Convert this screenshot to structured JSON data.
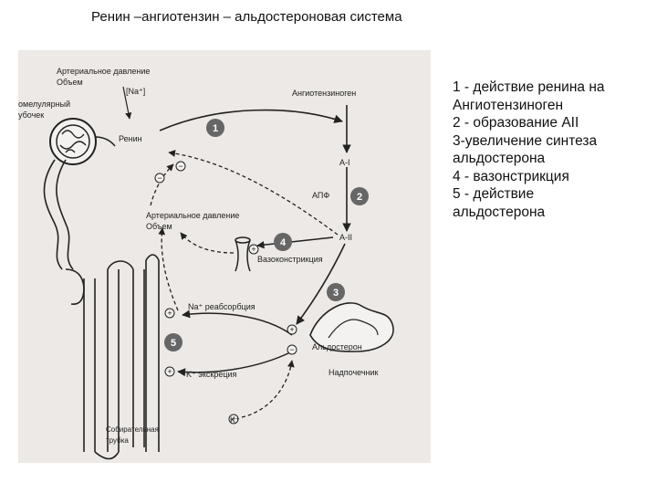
{
  "title": "Ренин –ангиотензин – альдостероновая система",
  "legend": [
    "1 - действие ренина на",
    "Ангиотензиноген",
    "2 - образование AII",
    "3-увеличение синтеза",
    "альдостерона",
    "4 - вазонстрикция",
    "5 - действие",
    "альдостерона"
  ],
  "figure": {
    "labels": {
      "arterial_pressure_top": "Артериальное давление",
      "volume_top": "Объем",
      "sodium": "[Na⁺]",
      "juxtaglomerular_1": "омелулярный",
      "juxtaglomerular_2": "убочек",
      "renin": "Ренин",
      "angiotensinogen": "Ангиотензиноген",
      "a1": "A-I",
      "apf": "АПФ",
      "a2": "A-II",
      "arterial_pressure_mid": "Артериальное давление",
      "volume_mid": "Объем",
      "vasoconstriction": "Вазоконстрикция",
      "na_reabsorption": "Na⁺ реабсорбция",
      "aldosterone": "Альдостерон",
      "adrenal": "Надпочечник",
      "k_excretion": "K⁺ экскреция",
      "k_plus": "K⁺",
      "collecting_1": "Собирательная",
      "collecting_2": "трубка"
    },
    "steps": [
      "1",
      "2",
      "3",
      "4",
      "5"
    ],
    "signs": {
      "plus": "+",
      "minus": "−"
    }
  }
}
